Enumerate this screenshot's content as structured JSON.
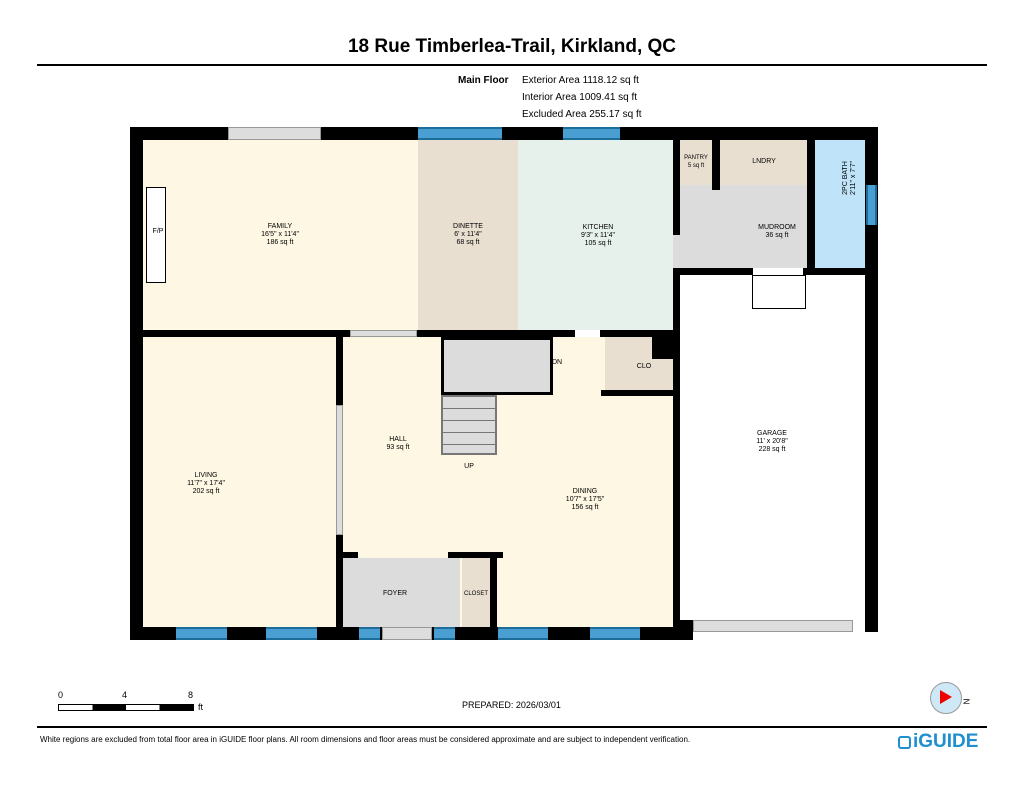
{
  "title": "18 Rue Timberlea-Trail, Kirkland, QC",
  "floor": {
    "name": "Main Floor",
    "exterior": "Exterior Area 1118.12 sq ft",
    "interior": "Interior Area 1009.41 sq ft",
    "excluded": "Excluded Area 255.17 sq ft"
  },
  "rooms": {
    "family": {
      "name": "FAMILY",
      "dims": "16'5\" x 11'4\"",
      "area": "186 sq ft"
    },
    "dinette": {
      "name": "DINETTE",
      "dims": "6' x 11'4\"",
      "area": "68 sq ft"
    },
    "kitchen": {
      "name": "KITCHEN",
      "dims": "9'3\" x 11'4\"",
      "area": "105 sq ft"
    },
    "pantry": {
      "name": "PANTRY",
      "area": "5 sq ft"
    },
    "lndry": {
      "name": "LNDRY"
    },
    "mudroom": {
      "name": "MUDROOM",
      "area": "36 sq ft"
    },
    "bath": {
      "name": "2PC BATH",
      "dims": "2'11\" x 7'7\""
    },
    "living": {
      "name": "LIVING",
      "dims": "11'7\" x 17'4\"",
      "area": "202 sq ft"
    },
    "hall": {
      "name": "HALL",
      "area": "93 sq ft"
    },
    "dining": {
      "name": "DINING",
      "dims": "10'7\" x 17'5\"",
      "area": "156 sq ft"
    },
    "garage": {
      "name": "GARAGE",
      "dims": "11' x 20'8\"",
      "area": "228 sq ft"
    },
    "foyer": {
      "name": "FOYER"
    },
    "closet": {
      "name": "CLOSET"
    },
    "clo": {
      "name": "CLO"
    }
  },
  "labels": {
    "fp": "F/P",
    "dn": "DN",
    "up": "UP"
  },
  "scale": {
    "t0": "0",
    "t4": "4",
    "t8": "8",
    "unit": "ft"
  },
  "prepared": "PREPARED: 2026/03/01",
  "compass": "N",
  "disclaimer": "White regions are excluded from total floor area in iGUIDE floor plans. All room dimensions and floor areas must be considered approximate and are subject to independent verification.",
  "brand": "iGUIDE"
}
